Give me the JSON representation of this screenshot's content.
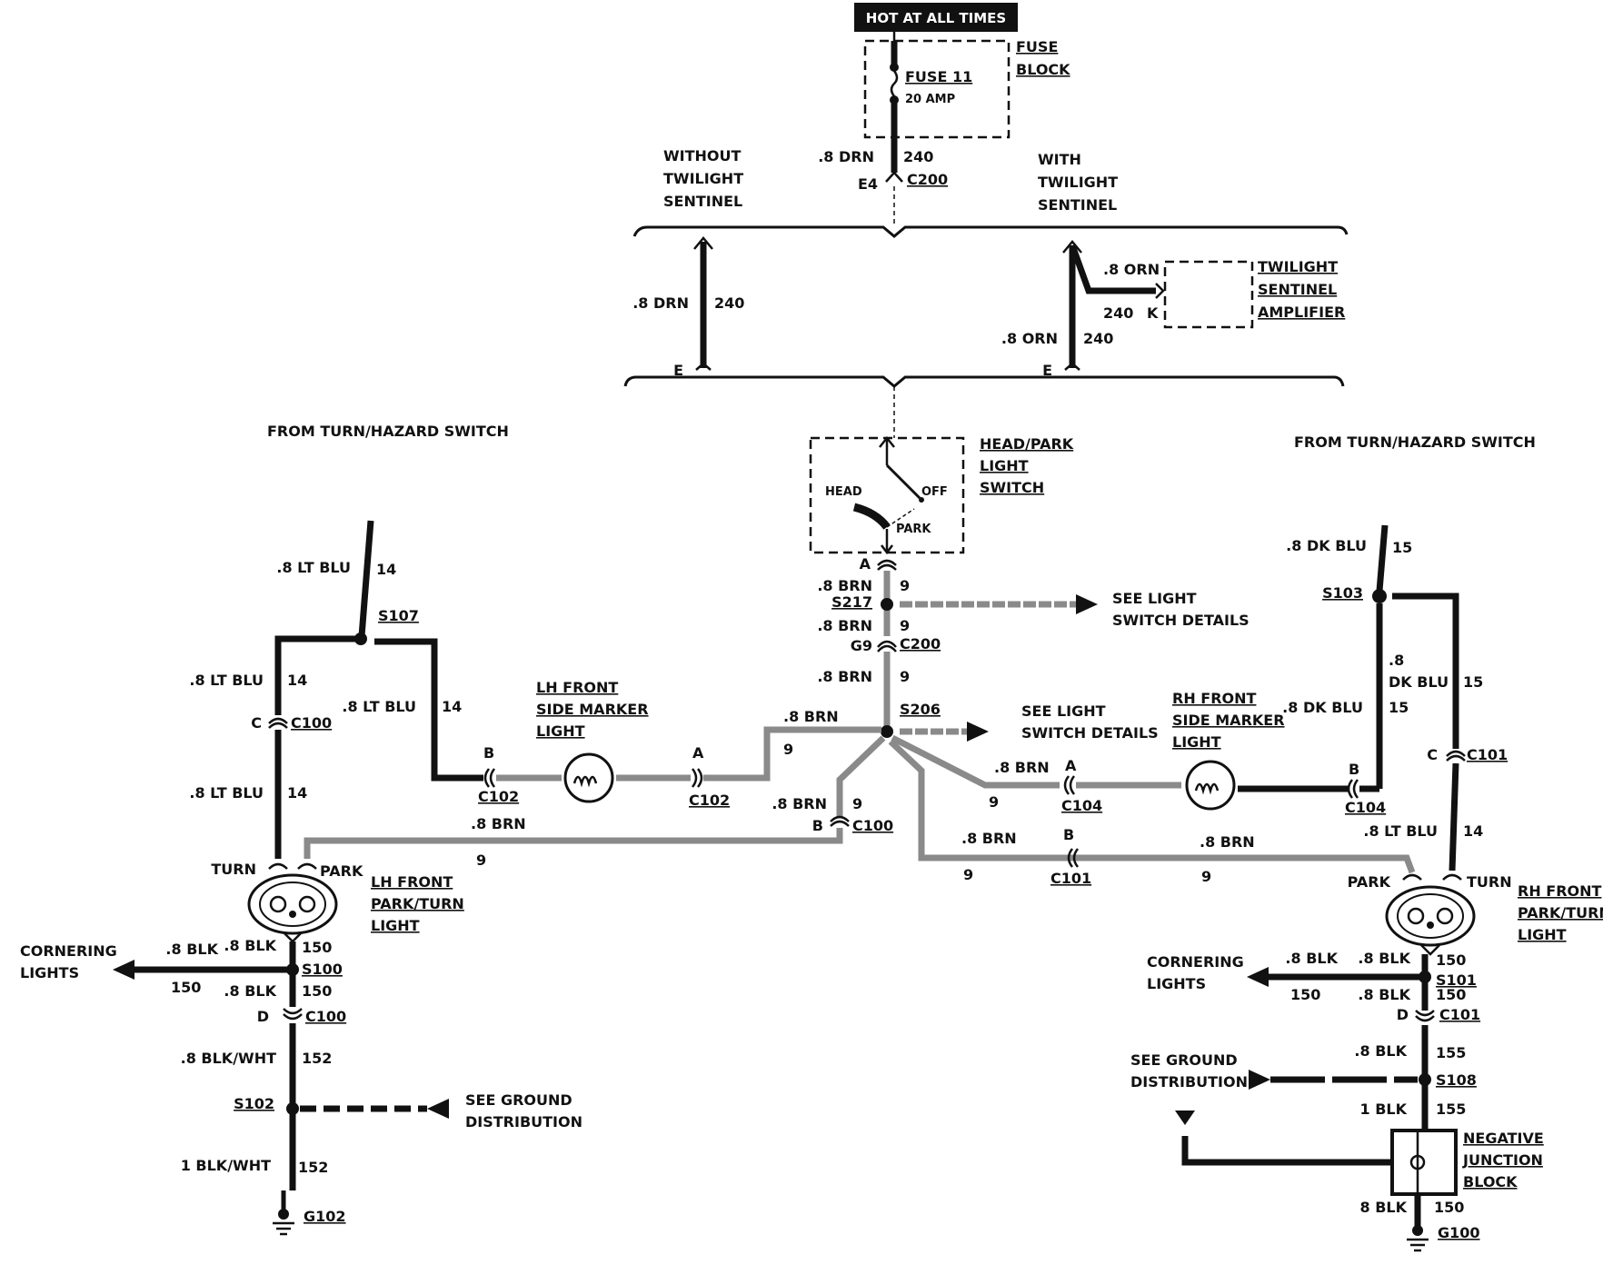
{
  "header": {
    "hot_label": "HOT AT ALL TIMES"
  },
  "fuse_block": {
    "title_line1": "FUSE",
    "title_line2": "BLOCK",
    "fuse_name": "FUSE 11",
    "fuse_rating": "20 AMP"
  },
  "feed": {
    "wire_size": ".8 DRN",
    "circuit": "240",
    "pin": "E4",
    "connector": "C200"
  },
  "options": {
    "without_l1": "WITHOUT",
    "without_l2": "TWILIGHT",
    "without_l3": "SENTINEL",
    "with_l1": "WITH",
    "with_l2": "TWILIGHT",
    "with_l3": "SENTINEL",
    "left_wire": ".8 DRN",
    "left_circuit": "240",
    "left_pin": "E",
    "right_wire_top": ".8 ORN",
    "right_circuit_top": "240",
    "right_pin_k": "K",
    "right_wire": ".8 ORN",
    "right_circuit": "240",
    "right_pin": "E",
    "amp_l1": "TWILIGHT",
    "amp_l2": "SENTINEL",
    "amp_l3": "AMPLIFIER"
  },
  "switch": {
    "title_l1": "HEAD/PARK",
    "title_l2": "LIGHT",
    "title_l3": "SWITCH",
    "pos_head": "HEAD",
    "pos_off": "OFF",
    "pos_park": "PARK",
    "pin": "A"
  },
  "center_feed": {
    "w1": ".8 BRN",
    "c1": "9",
    "splice1": "S217",
    "w2": ".8 BRN",
    "c2": "9",
    "pin2": "G9",
    "conn2": "C200",
    "w3": ".8 BRN",
    "c3": "9",
    "splice2": "S206",
    "see1_l1": "SEE LIGHT",
    "see1_l2": "SWITCH DETAILS",
    "see2_l1": "SEE LIGHT",
    "see2_l2": "SWITCH DETAILS"
  },
  "left": {
    "from_label": "FROM TURN/HAZARD SWITCH",
    "top_wire": ".8 LT BLU",
    "top_circuit": "14",
    "splice_top": "S107",
    "w_a": ".8 LT BLU",
    "c_a": "14",
    "pin_c": "C",
    "conn_c100": "C100",
    "w_b": ".8 LT BLU",
    "c_b": "14",
    "w_c": ".8 LT BLU",
    "c_c": "14",
    "marker_l1": "LH FRONT",
    "marker_l2": "SIDE MARKER",
    "marker_l3": "LIGHT",
    "marker_pin_b": "B",
    "marker_conn_b": "C102",
    "marker_pin_a": "A",
    "marker_conn_a": "C102",
    "brn_to_marker": ".8 BRN",
    "brn_to_marker_c": "9",
    "brn_b": ".8 BRN",
    "brn_b_c": "9",
    "pin_b": "B",
    "conn_b": "C100",
    "brn_park": ".8 BRN",
    "brn_park_c": "9",
    "turn": "TURN",
    "park": "PARK",
    "lamp_l1": "LH FRONT",
    "lamp_l2": "PARK/TURN",
    "lamp_l3": "LIGHT",
    "corner_l1": "CORNERING",
    "corner_l2": "LIGHTS",
    "blk1": ".8 BLK",
    "blk1_c": "150",
    "blk2": ".8 BLK",
    "blk2_c": "150",
    "splice_s100": "S100",
    "blk3": ".8 BLK",
    "blk3_c": "150",
    "pin_d": "D",
    "conn_d": "C100",
    "bw1": ".8 BLK/WHT",
    "bw1_c": "152",
    "splice_s102": "S102",
    "gnd_l1": "SEE GROUND",
    "gnd_l2": "DISTRIBUTION",
    "bw2": "1 BLK/WHT",
    "bw2_c": "152",
    "ground": "G102"
  },
  "right": {
    "from_label": "FROM TURN/HAZARD SWITCH",
    "top_wire": ".8 DK BLU",
    "top_circuit": "15",
    "splice_top": "S103",
    "w_a1": ".8",
    "w_a2": "DK BLU",
    "c_a": "15",
    "w_b": ".8 DK BLU",
    "c_b": "15",
    "pin_c": "C",
    "conn_c": "C101",
    "w_c": ".8 LT BLU",
    "c_c": "14",
    "marker_l1": "RH FRONT",
    "marker_l2": "SIDE MARKER",
    "marker_l3": "LIGHT",
    "marker_pin_a": "A",
    "marker_conn_a": "C104",
    "marker_pin_b": "B",
    "marker_conn_b": "C104",
    "brn_marker": ".8 BRN",
    "brn_marker_c": "9",
    "brn_mid": ".8 BRN",
    "brn_mid_c": "9",
    "pin_mid": "B",
    "conn_mid": "C101",
    "brn_park": ".8 BRN",
    "brn_park_c": "9",
    "turn": "TURN",
    "park": "PARK",
    "lamp_l1": "RH FRONT",
    "lamp_l2": "PARK/TURN",
    "lamp_l3": "LIGHT",
    "corner_l1": "CORNERING",
    "corner_l2": "LIGHTS",
    "blk1": ".8 BLK",
    "blk1_c": "150",
    "blk2": ".8 BLK",
    "blk2_c": "150",
    "splice_s101": "S101",
    "blk3": ".8 BLK",
    "blk3_c": "150",
    "pin_d": "D",
    "conn_d": "C101",
    "blk4": ".8 BLK",
    "blk4_c": "155",
    "splice_s108": "S108",
    "gnd_l1": "SEE GROUND",
    "gnd_l2": "DISTRIBUTION",
    "blk5": "1 BLK",
    "blk5_c": "155",
    "njb_l1": "NEGATIVE",
    "njb_l2": "JUNCTION",
    "njb_l3": "BLOCK",
    "blk6": "8 BLK",
    "blk6_c": "150",
    "ground": "G100"
  }
}
